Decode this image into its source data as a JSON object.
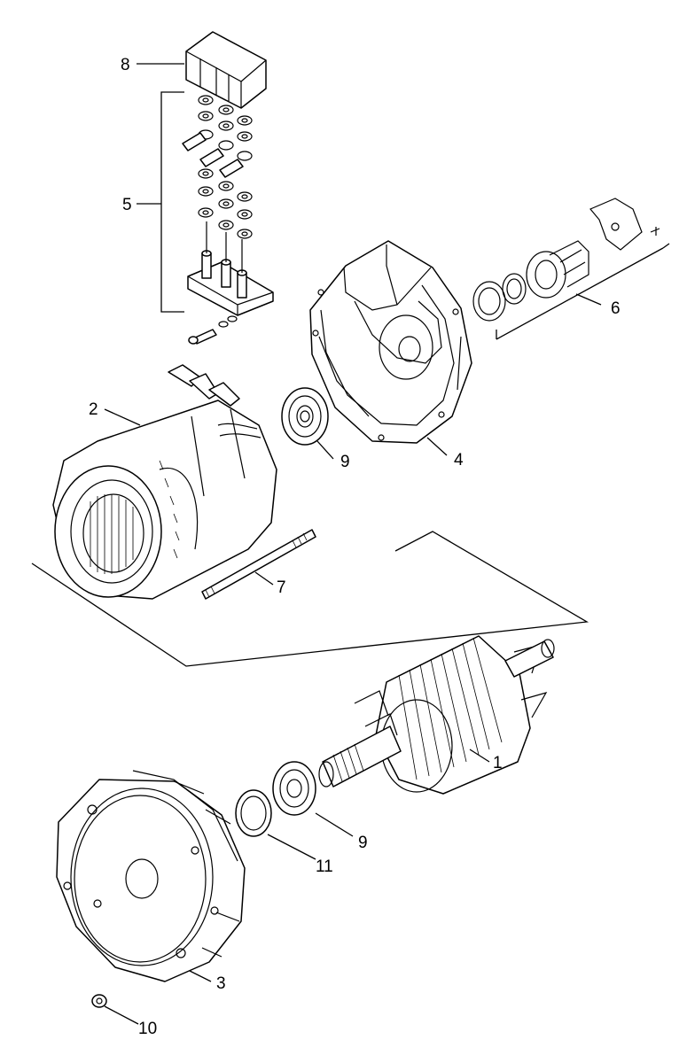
{
  "callouts": [
    {
      "id": "callout-1",
      "text": "1"
    },
    {
      "id": "callout-2",
      "text": "2"
    },
    {
      "id": "callout-3",
      "text": "3"
    },
    {
      "id": "callout-4",
      "text": "4"
    },
    {
      "id": "callout-5",
      "text": "5"
    },
    {
      "id": "callout-6",
      "text": "6"
    },
    {
      "id": "callout-7",
      "text": "7"
    },
    {
      "id": "callout-8",
      "text": "8"
    },
    {
      "id": "callout-9a",
      "text": "9"
    },
    {
      "id": "callout-9b",
      "text": "9"
    },
    {
      "id": "callout-10",
      "text": "10"
    },
    {
      "id": "callout-11",
      "text": "11"
    }
  ]
}
